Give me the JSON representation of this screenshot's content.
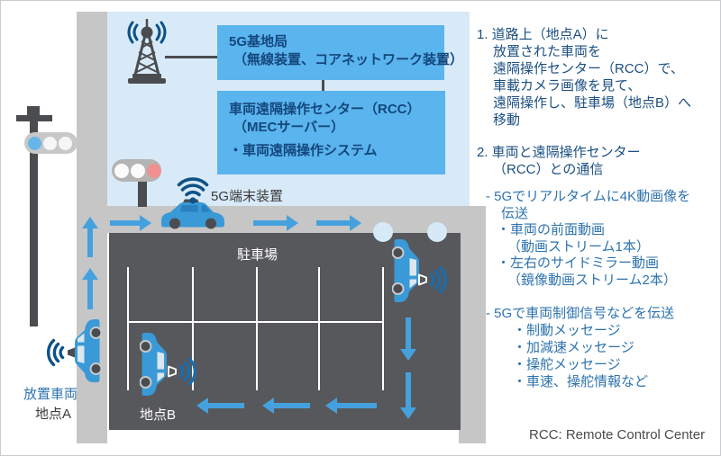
{
  "diagram": {
    "boxes": {
      "base_station": [
        "5G基地局",
        "（無線装置、コアネットワーク装置）"
      ],
      "rcc": [
        "車両遠隔操作センター（RCC）",
        "（MECサーバー）",
        "・車両遠隔操作システム"
      ]
    },
    "labels": {
      "device_5g": "5G端末装置",
      "parking": "駐車場",
      "abandoned_vehicle": "放置車両",
      "point_a": "地点A",
      "point_b": "地点B"
    },
    "icons": {
      "tower": "5g-base-station-tower-icon",
      "wifi": "wifi-signal-icon",
      "car": "car-icon",
      "traffic_light": "traffic-light-icon"
    },
    "colors": {
      "panel_blue": "#d8eaf8",
      "box_blue": "#5ab4ee",
      "box_text": "#14477c",
      "road_gray": "#c6c6c6",
      "parking_gray": "#57585c",
      "arrow_blue": "#45a1dd",
      "car_blue": "#3a99d7",
      "wifi_navy": "#0d5288",
      "wifi_bright": "#1a6dac",
      "signal_blue": "#66b6ea",
      "signal_red": "#f09191",
      "note_dark_blue": "#1b4f80",
      "note_mid_blue": "#2e73ae"
    }
  },
  "notes": {
    "item1": [
      "1. 道路上（地点A）に",
      "放置された車両を",
      "遠隔操作センター（RCC）で、",
      "車載カメラ画像を見て、",
      "遠隔操作し、駐車場（地点B）へ",
      "移動"
    ],
    "item2": [
      "2. 車両と遠隔操作センター",
      "（RCC）との通信"
    ],
    "sub1": [
      "- 5Gでリアルタイムに4K動画像を",
      "伝送",
      "・車両の前面動画",
      "（動画ストリーム1本）",
      "・左右のサイドミラー動画",
      "（鏡像動画ストリーム2本）"
    ],
    "sub2": [
      "- 5Gで車両制御信号などを伝送",
      "・制動メッセージ",
      "・加減速メッセージ",
      "・操舵メッセージ",
      "・車速、操舵情報など"
    ],
    "footnote": "RCC: Remote Control Center"
  }
}
